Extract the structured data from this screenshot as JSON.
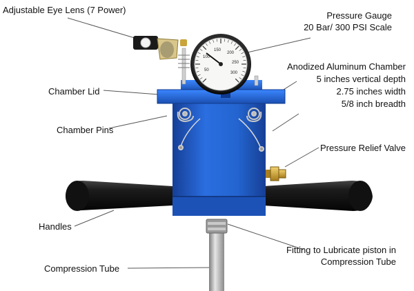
{
  "labels": {
    "eye_lens": "Adjustable Eye Lens (7 Power)",
    "gauge_line1": "Pressure Gauge",
    "gauge_line2": "20 Bar/ 300 PSI Scale",
    "chamber_line1": "Anodized Aluminum Chamber",
    "chamber_line2": "5 inches vertical depth",
    "chamber_line3": "2.75 inches width",
    "chamber_line4": "5/8 inch breadth",
    "chamber_lid": "Chamber Lid",
    "chamber_pins": "Chamber Pins",
    "relief_valve": "Pressure Relief Valve",
    "handles": "Handles",
    "fitting_line1": "Fitting to Lubricate piston in",
    "fitting_line2": "Compression Tube",
    "compression_tube": "Compression Tube"
  },
  "gauge": {
    "scale_numbers": [
      "50",
      "100",
      "150",
      "200",
      "250",
      "300"
    ]
  },
  "colors": {
    "chamber_blue": "#1f63c8",
    "handle_black": "#151515",
    "leader_line": "#555555"
  }
}
